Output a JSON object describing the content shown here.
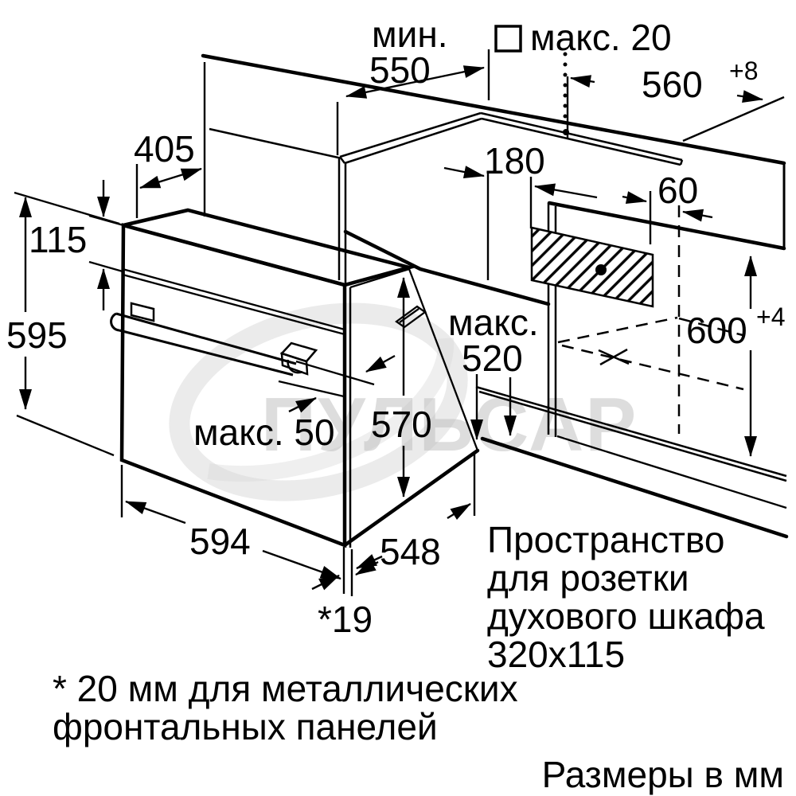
{
  "diagram": {
    "units_note": "Размеры в мм",
    "watermark": "ПУЛЬСАР",
    "footnote": {
      "line1": "* 20 мм для металлических",
      "line2": "фронтальных панелей"
    },
    "socket_note": {
      "line1": "Пространство",
      "line2": "для розетки",
      "line3": "духового шкафа",
      "line4": "320x115"
    },
    "dims": {
      "min_worktop_label": "мин.",
      "min_worktop_value": "550",
      "max_spacer": "макс. 20",
      "niche_width": "560",
      "niche_width_tol": "+8",
      "top_depth": "405",
      "panel_height": "115",
      "oven_height": "595",
      "socket_offset_side": "180",
      "socket_offset_back": "60",
      "max_plinth_label": "макс.",
      "max_plinth_value": "520",
      "niche_height": "600",
      "niche_height_tol": "+4",
      "max_gap": "макс. 50",
      "body_height": "570",
      "oven_width": "594",
      "body_depth": "548",
      "front_gap": "*19"
    },
    "colors": {
      "line": "#000000",
      "background": "#ffffff",
      "watermark": "#bdbdbd"
    }
  }
}
